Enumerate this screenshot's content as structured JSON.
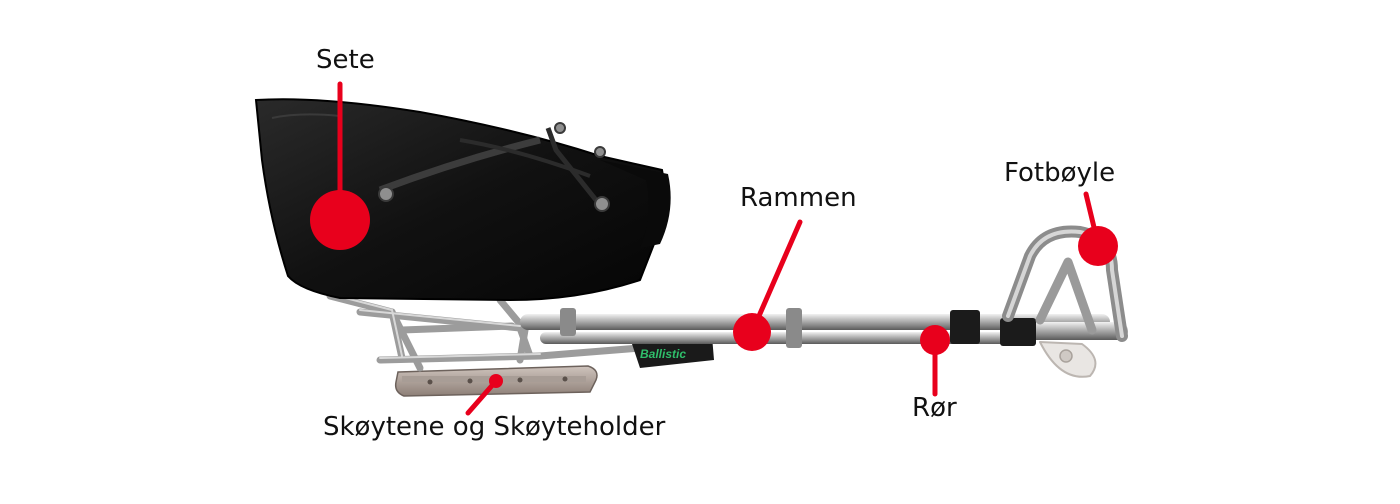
{
  "diagram": {
    "subject": "sledge-hockey-sledge",
    "accent_color": "#e8001c",
    "labels": {
      "sete": "Sete",
      "rammen": "Rammen",
      "fotboyle": "Fotbøyle",
      "ror": "Rør",
      "skoytene": "Skøytene og Skøyteholder"
    },
    "brand_text": "Ballistic"
  }
}
